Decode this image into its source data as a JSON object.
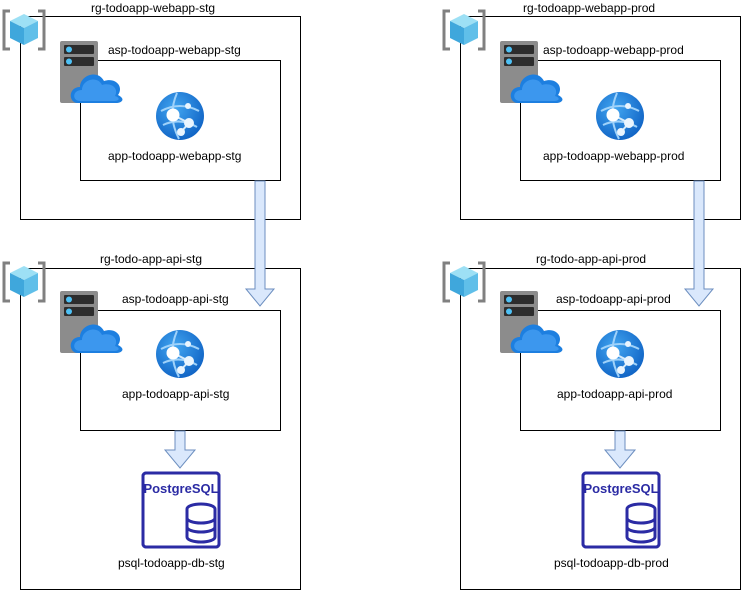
{
  "stg": {
    "webapp_rg": "rg-todoapp-webapp-stg",
    "webapp_plan": "asp-todoapp-webapp-stg",
    "webapp_app": "app-todoapp-webapp-stg",
    "api_rg": "rg-todo-app-api-stg",
    "api_plan": "asp-todoapp-api-stg",
    "api_app": "app-todoapp-api-stg",
    "db_logo": "PostgreSQL",
    "db": "psql-todoapp-db-stg"
  },
  "prod": {
    "webapp_rg": "rg-todoapp-webapp-prod",
    "webapp_plan": "asp-todoapp-webapp-prod",
    "webapp_app": "app-todoapp-webapp-prod",
    "api_rg": "rg-todo-app-api-prod",
    "api_plan": "asp-todoapp-api-prod",
    "api_app": "app-todoapp-api-prod",
    "db_logo": "PostgreSQL",
    "db": "psql-todoapp-db-prod"
  },
  "icons": {
    "resource_group": "resource-group-icon",
    "app_service_plan": "app-service-plan-icon",
    "web_app": "web-app-icon",
    "postgresql": "postgresql-icon"
  },
  "colors": {
    "arrow_fill": "#dae8fc",
    "arrow_stroke": "#6c8ebf",
    "postgres": "#2b2ba4",
    "azure_blue": "#0078d4"
  }
}
